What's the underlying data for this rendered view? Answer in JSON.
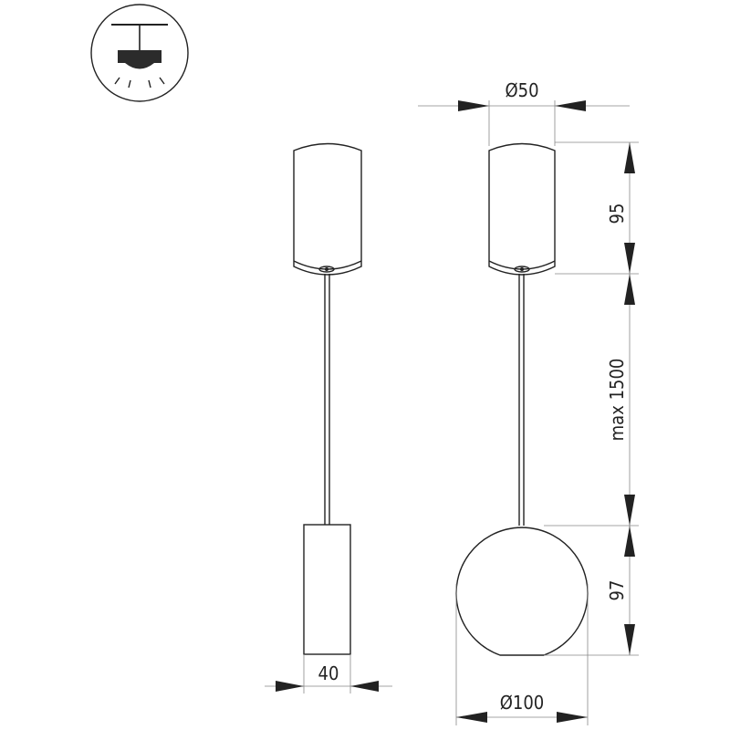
{
  "dimensions": {
    "canopy_diameter": "Ø50",
    "canopy_height": "95",
    "cable_length": "max 1500",
    "sphere_height": "97",
    "sphere_diameter": "Ø100",
    "cylinder_diameter": "40"
  },
  "icon": {
    "name": "pendant-mount-icon"
  }
}
